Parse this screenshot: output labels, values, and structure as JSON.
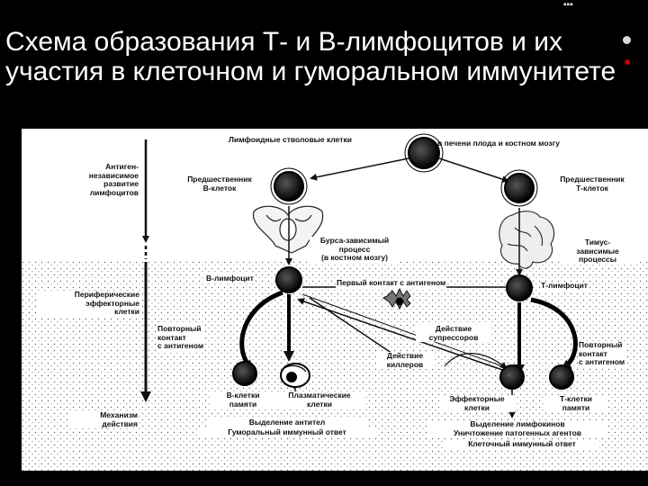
{
  "slide": {
    "title": "Схема образования Т- и В-лимфоцитов и их участия в клеточном и гуморальном иммунитете",
    "bullet_colors": [
      "#d9d9d9",
      "#c00000"
    ]
  },
  "diagram": {
    "top_stem": "Лимфоидные стволовые клетки",
    "top_location": "в печени плода и костном мозгу",
    "left_col_antigen": "Антиген-\nнезависимое\nразвитие\nлимфоцитов",
    "left_col_peripheral": "Периферические\nэффекторные\nклетки",
    "left_col_mechanism": "Механизм\nдействия",
    "b_precursor": "Предшественник\nВ-клеток",
    "t_precursor": "Предшественник\nТ-клеток",
    "bursa": "Бурса-зависимый\nпроцесс\n(в костном мозгу)",
    "thymus": "Тимус-\nзависимые\nпроцессы",
    "b_lymphocyte": "В-лимфоцит",
    "t_lymphocyte": "Т-лимфоцит",
    "first_contact": "Первый контакт с антигеном",
    "repeat_left": "Повторный\nконтакт\nс антигеном",
    "repeat_right": "Повторный\nконтакт\nс антигеном",
    "suppressor": "Действие\nсупрессоров",
    "killer": "Действие\nкиллеров",
    "b_memory": "В-клетки\nпамяти",
    "plasma": "Плазматические\nклетки",
    "effector": "Эффекторные\nклетки",
    "t_memory": "Т-клетки\nпамяти",
    "humoral_release": "Выделение антител",
    "humoral_response": "Гуморальный иммунный ответ",
    "cell_release": "Выделение лимфокинов\nУничтожение патогенных агентов",
    "cell_response": "Клеточный иммунный ответ"
  }
}
